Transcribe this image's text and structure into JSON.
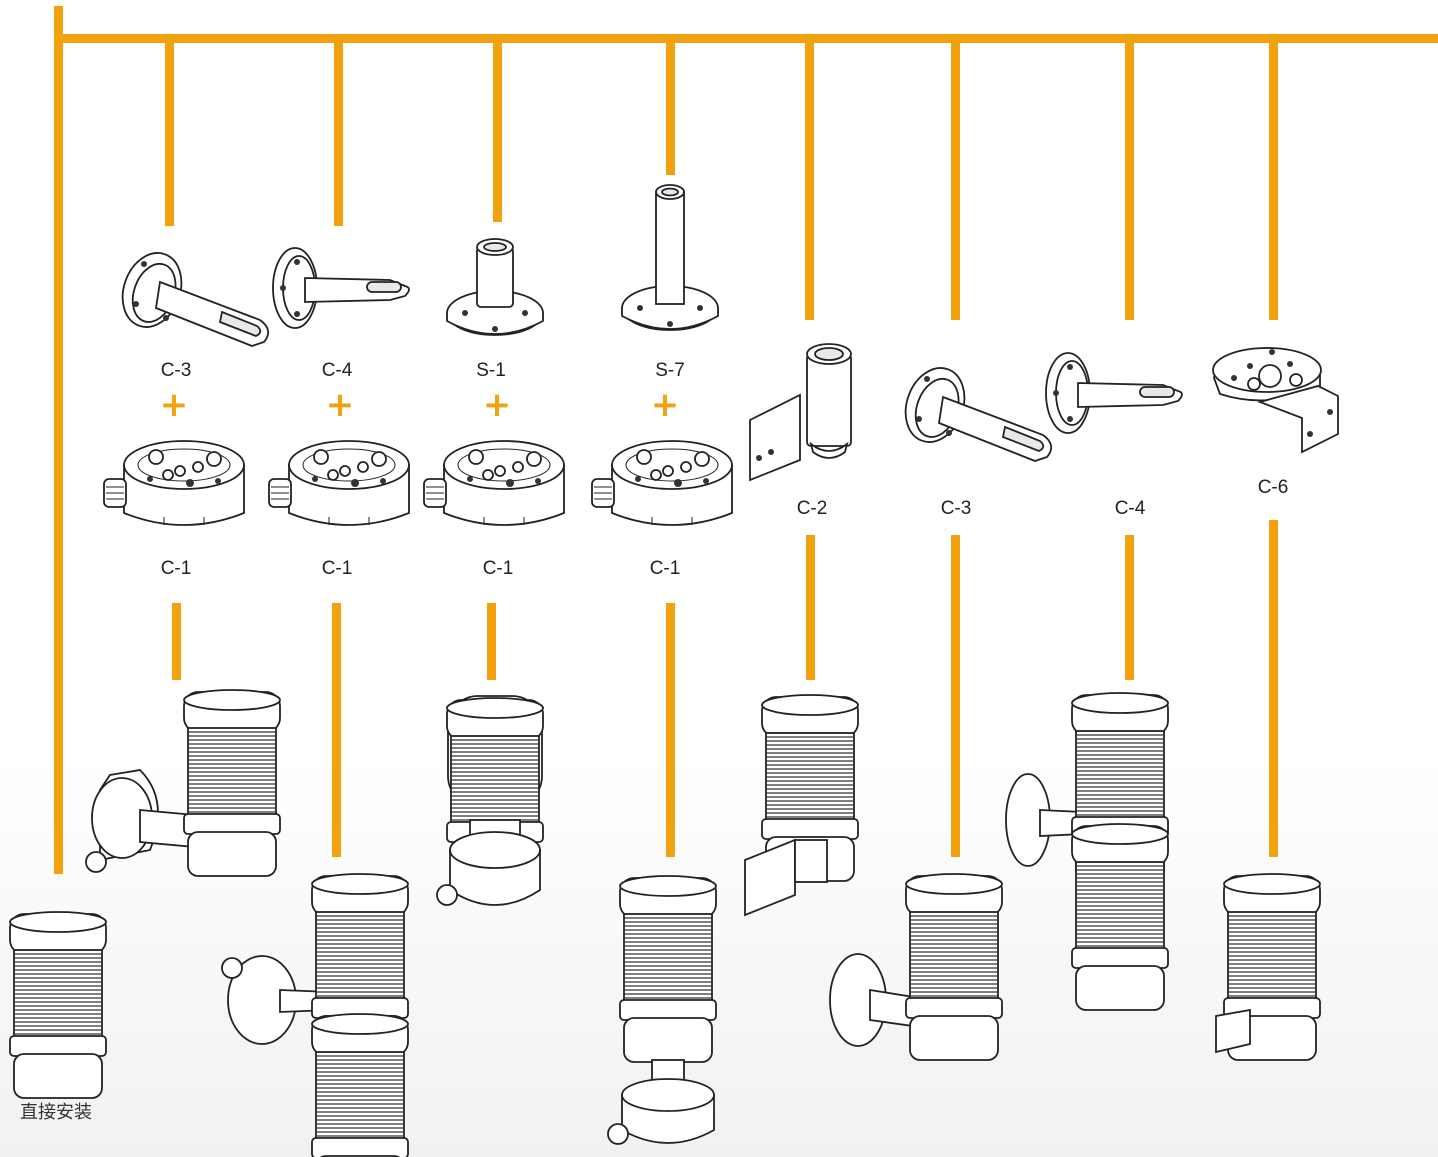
{
  "accent_color": "#f2a20f",
  "labels": {
    "top": [
      {
        "code": "C-3"
      },
      {
        "code": "C-4"
      },
      {
        "code": "S-1"
      },
      {
        "code": "S-7"
      }
    ],
    "base": "C-1",
    "right": [
      {
        "code": "C-2"
      },
      {
        "code": "C-3"
      },
      {
        "code": "C-4"
      },
      {
        "code": "C-6"
      }
    ],
    "plus_sign": "+",
    "direct_mount": "直接安装"
  },
  "icons": [
    "wall-flange-bracket-icon",
    "pole-base-icon",
    "tall-pole-base-icon",
    "terminal-box-icon",
    "l-bracket-icon",
    "corner-bracket-icon",
    "signal-tower-icon"
  ]
}
